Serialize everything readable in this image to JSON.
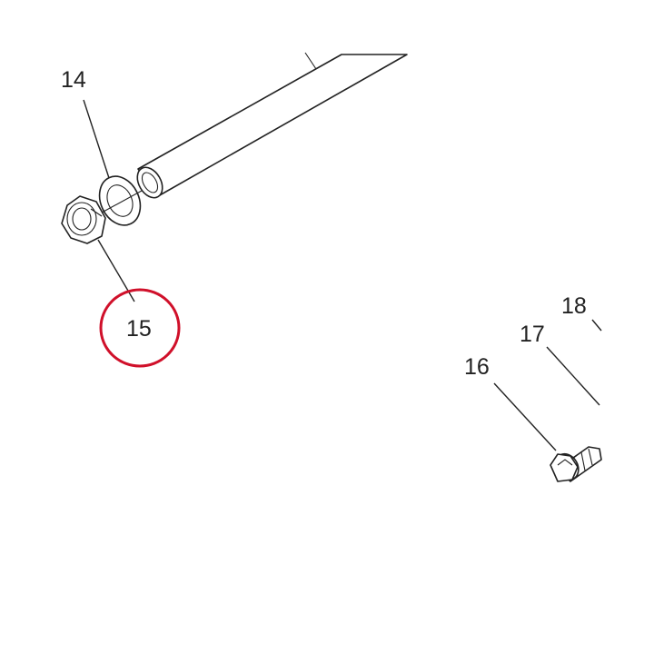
{
  "callouts": [
    {
      "id": "14",
      "label": "14"
    },
    {
      "id": "15",
      "label": "15",
      "highlighted": true
    },
    {
      "id": "16",
      "label": "16"
    },
    {
      "id": "17",
      "label": "17"
    },
    {
      "id": "18",
      "label": "18"
    }
  ],
  "colors": {
    "line": "#222222",
    "highlight": "#d0102a",
    "background": "#ffffff"
  }
}
